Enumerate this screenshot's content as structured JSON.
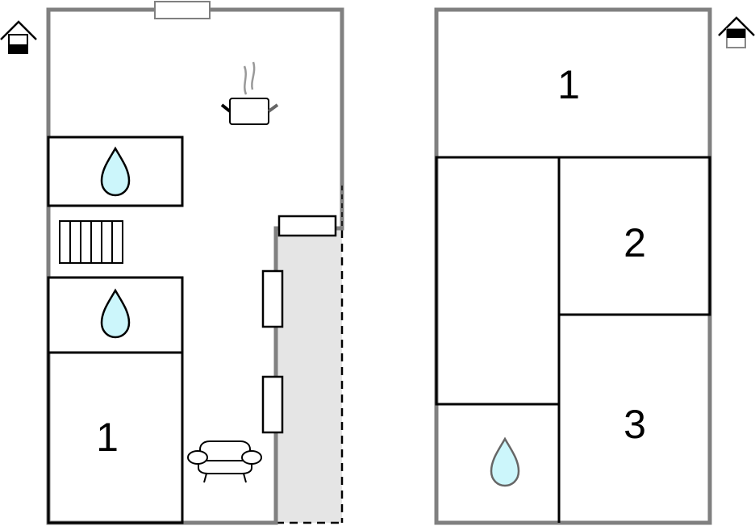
{
  "colors": {
    "wall": "#808080",
    "line": "#000000",
    "water": "#ccf6fb",
    "terrace": "#e5e5e5"
  },
  "ground_floor": {
    "floor_icon": "house-ground-floor-icon",
    "bedroom_label": "1",
    "icons": [
      "water-drop-icon",
      "water-drop-icon",
      "stairs-icon",
      "cooking-pot-icon",
      "armchair-icon"
    ]
  },
  "upper_floor": {
    "floor_icon": "house-upper-floor-icon",
    "room_labels": [
      "1",
      "2",
      "3"
    ],
    "icons": [
      "water-drop-icon"
    ]
  }
}
